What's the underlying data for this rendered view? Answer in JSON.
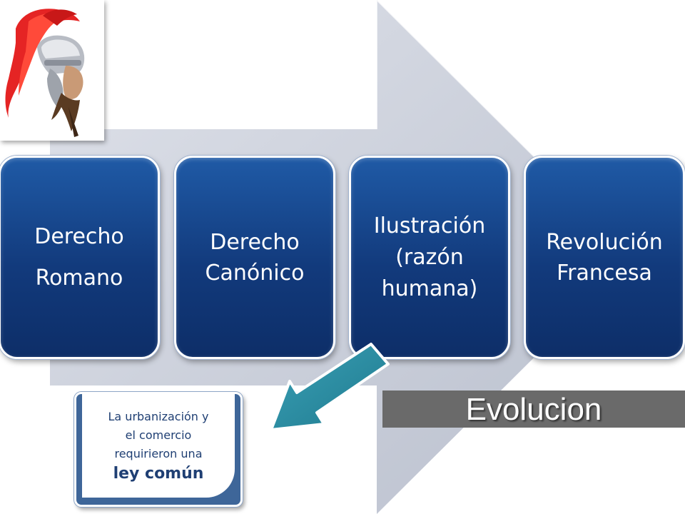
{
  "steps": [
    {
      "label": "Derecho\nRomano"
    },
    {
      "label": "Derecho\nCanónico"
    },
    {
      "label": "Ilustración\n(razón\nhumana)"
    },
    {
      "label": "Revolución\nFrancesa"
    }
  ],
  "note": {
    "text": "La urbanización y\nel comercio\nrequirieron una",
    "emphasis": "ley común"
  },
  "banner": {
    "title": "Evolucion"
  },
  "logo": {
    "icon": "roman-helmet-icon"
  },
  "colors": {
    "card_blue": "#123a7c",
    "note_blue": "#3e6699",
    "banner_gray": "#6a6a6a",
    "pointer_teal": "#2f8ea3",
    "background_arrow": "#c9ced9"
  }
}
